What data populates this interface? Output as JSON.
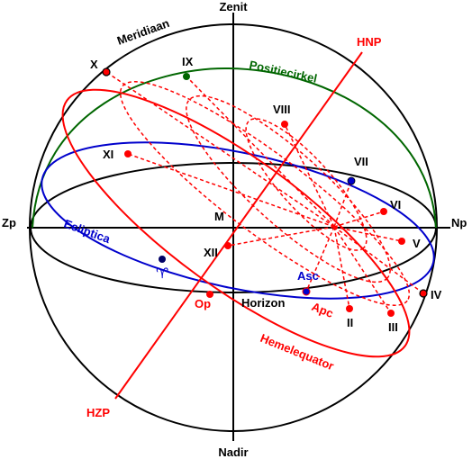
{
  "labels": {
    "zenit": "Zenit",
    "nadir": "Nadir",
    "zp": "Zp",
    "np": "Np",
    "meridiaan": "Meridiaan",
    "positiecirkel": "Positiecirkel",
    "ecliptica": "Ecliptica",
    "horizon": "Horizon",
    "hemelequator": "Hemelequator",
    "hnp": "HNP",
    "hzp": "HZP",
    "m": "M",
    "asc": "Asc",
    "apc": "Apc",
    "op": "Op",
    "aries": "♈"
  },
  "houses": {
    "x": "X",
    "ix": "IX",
    "viii": "VIII",
    "vii": "VII",
    "vi": "VI",
    "v": "V",
    "iv": "IV",
    "iii": "III",
    "ii": "II",
    "xi": "XI",
    "xii": "XII"
  },
  "colors": {
    "black": "#000000",
    "red": "#ff0000",
    "blue": "#0000cc",
    "green": "#006600"
  }
}
